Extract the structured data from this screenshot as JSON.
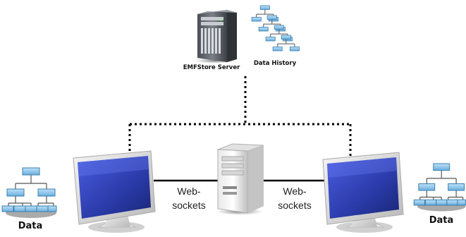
{
  "labels": {
    "server": "EMFStore Server",
    "history": "Data History",
    "ws_left_line1": "Web-",
    "ws_left_line2": "sockets",
    "ws_right_line1": "Web-",
    "ws_right_line2": "sockets",
    "data_left": "Data",
    "data_right": "Data"
  },
  "icons": {
    "top_server": "tower-server-icon",
    "middle_server": "tower-server-icon",
    "left_monitor": "monitor-icon",
    "right_monitor": "monitor-icon",
    "data_tree": "network-tree-icon",
    "history_stack": "stacked-diagrams-icon"
  },
  "colors": {
    "connector": "#000000",
    "screen_blue": "#2d3fb0",
    "diagram_blue": "#7fbde6",
    "diagram_stroke": "#3a7fb0"
  }
}
